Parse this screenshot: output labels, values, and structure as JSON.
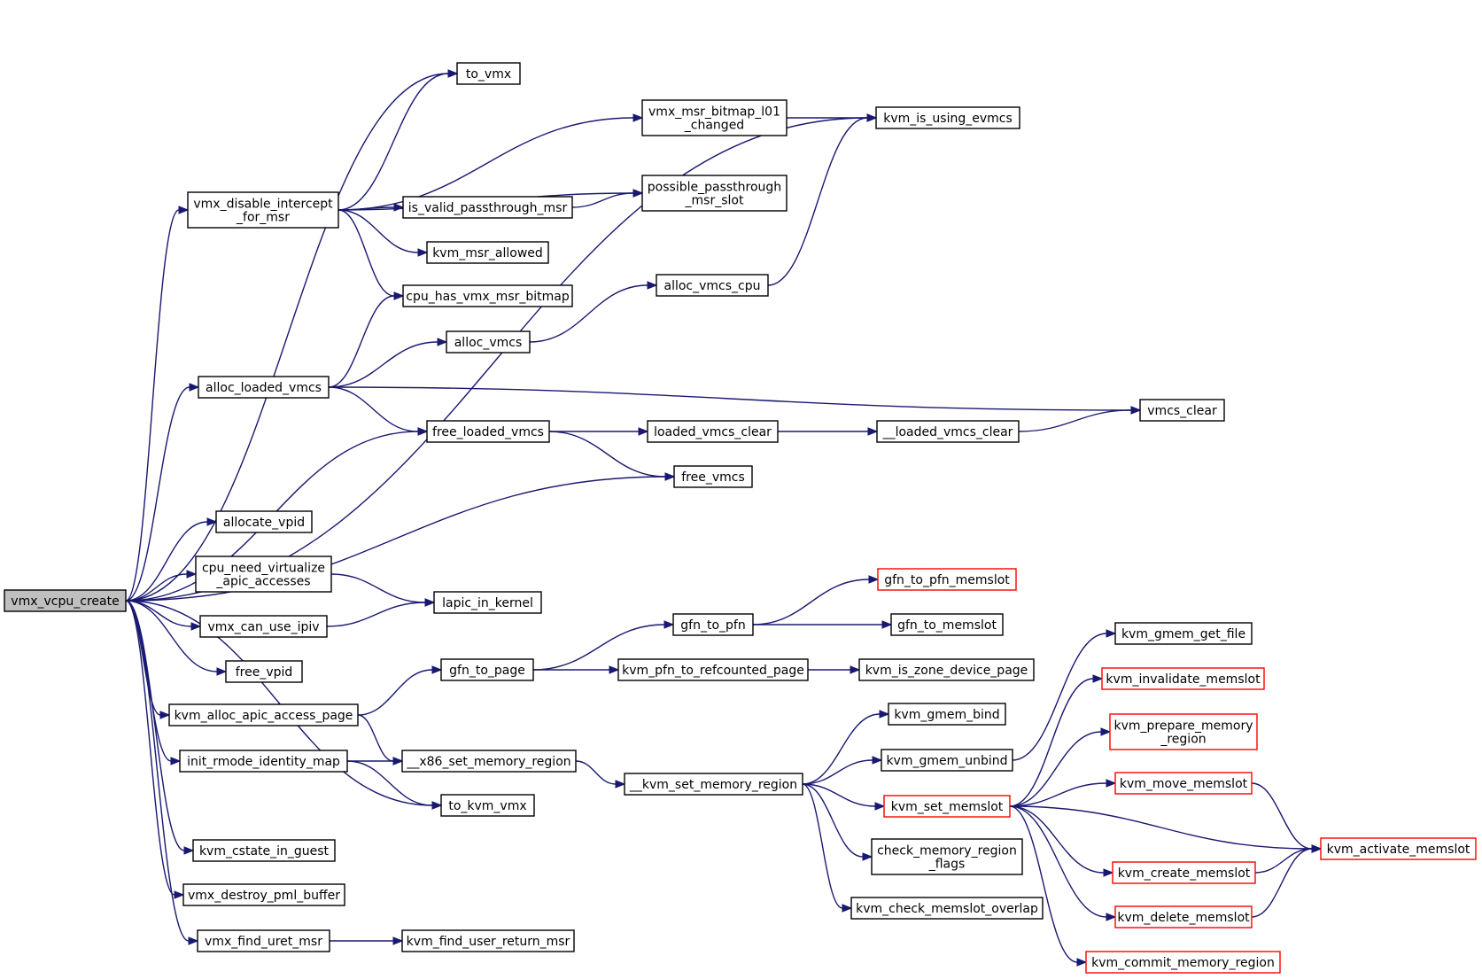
{
  "colors": {
    "edge": "#191970",
    "node_border": "#000000",
    "truncated_border": "#ff0000",
    "root_fill": "#bfbfbf"
  },
  "nodes": [
    {
      "id": "vmx_vcpu_create",
      "lines": [
        "vmx_vcpu_create"
      ],
      "root": true
    },
    {
      "id": "to_vmx",
      "lines": [
        "to_vmx"
      ]
    },
    {
      "id": "kvm_is_using_evmcs",
      "lines": [
        "kvm_is_using_evmcs"
      ]
    },
    {
      "id": "vmx_msr_bitmap_l01_changed",
      "lines": [
        "vmx_msr_bitmap_l01",
        "_changed"
      ]
    },
    {
      "id": "vmx_disable_intercept_for_msr",
      "lines": [
        "vmx_disable_intercept",
        "_for_msr"
      ]
    },
    {
      "id": "possible_passthrough_msr_slot",
      "lines": [
        "possible_passthrough",
        "_msr_slot"
      ]
    },
    {
      "id": "is_valid_passthrough_msr",
      "lines": [
        "is_valid_passthrough_msr"
      ]
    },
    {
      "id": "kvm_msr_allowed",
      "lines": [
        "kvm_msr_allowed"
      ]
    },
    {
      "id": "cpu_has_vmx_msr_bitmap",
      "lines": [
        "cpu_has_vmx_msr_bitmap"
      ]
    },
    {
      "id": "alloc_vmcs_cpu",
      "lines": [
        "alloc_vmcs_cpu"
      ]
    },
    {
      "id": "alloc_vmcs",
      "lines": [
        "alloc_vmcs"
      ]
    },
    {
      "id": "alloc_loaded_vmcs",
      "lines": [
        "alloc_loaded_vmcs"
      ]
    },
    {
      "id": "vmcs_clear",
      "lines": [
        "vmcs_clear"
      ]
    },
    {
      "id": "free_loaded_vmcs",
      "lines": [
        "free_loaded_vmcs"
      ]
    },
    {
      "id": "loaded_vmcs_clear",
      "lines": [
        "loaded_vmcs_clear"
      ]
    },
    {
      "id": "__loaded_vmcs_clear",
      "lines": [
        "__loaded_vmcs_clear"
      ]
    },
    {
      "id": "free_vmcs",
      "lines": [
        "free_vmcs"
      ]
    },
    {
      "id": "allocate_vpid",
      "lines": [
        "allocate_vpid"
      ]
    },
    {
      "id": "cpu_need_virtualize_apic_accesses",
      "lines": [
        "cpu_need_virtualize",
        "_apic_accesses"
      ]
    },
    {
      "id": "lapic_in_kernel",
      "lines": [
        "lapic_in_kernel"
      ]
    },
    {
      "id": "vmx_can_use_ipiv",
      "lines": [
        "vmx_can_use_ipiv"
      ]
    },
    {
      "id": "gfn_to_pfn_memslot",
      "lines": [
        "gfn_to_pfn_memslot"
      ],
      "truncated": true
    },
    {
      "id": "gfn_to_pfn",
      "lines": [
        "gfn_to_pfn"
      ]
    },
    {
      "id": "gfn_to_memslot",
      "lines": [
        "gfn_to_memslot"
      ]
    },
    {
      "id": "free_vpid",
      "lines": [
        "free_vpid"
      ]
    },
    {
      "id": "gfn_to_page",
      "lines": [
        "gfn_to_page"
      ]
    },
    {
      "id": "kvm_pfn_to_refcounted_page",
      "lines": [
        "kvm_pfn_to_refcounted_page"
      ]
    },
    {
      "id": "kvm_is_zone_device_page",
      "lines": [
        "kvm_is_zone_device_page"
      ]
    },
    {
      "id": "kvm_gmem_get_file",
      "lines": [
        "kvm_gmem_get_file"
      ]
    },
    {
      "id": "kvm_alloc_apic_access_page",
      "lines": [
        "kvm_alloc_apic_access_page"
      ]
    },
    {
      "id": "kvm_invalidate_memslot",
      "lines": [
        "kvm_invalidate_memslot"
      ],
      "truncated": true
    },
    {
      "id": "kvm_gmem_bind",
      "lines": [
        "kvm_gmem_bind"
      ]
    },
    {
      "id": "kvm_prepare_memory_region",
      "lines": [
        "kvm_prepare_memory",
        "_region"
      ],
      "truncated": true
    },
    {
      "id": "init_rmode_identity_map",
      "lines": [
        "init_rmode_identity_map"
      ]
    },
    {
      "id": "__x86_set_memory_region",
      "lines": [
        "__x86_set_memory_region"
      ]
    },
    {
      "id": "kvm_gmem_unbind",
      "lines": [
        "kvm_gmem_unbind"
      ]
    },
    {
      "id": "__kvm_set_memory_region",
      "lines": [
        "__kvm_set_memory_region"
      ]
    },
    {
      "id": "kvm_move_memslot",
      "lines": [
        "kvm_move_memslot"
      ],
      "truncated": true
    },
    {
      "id": "kvm_set_memslot",
      "lines": [
        "kvm_set_memslot"
      ],
      "truncated": true
    },
    {
      "id": "to_kvm_vmx",
      "lines": [
        "to_kvm_vmx"
      ]
    },
    {
      "id": "kvm_activate_memslot",
      "lines": [
        "kvm_activate_memslot"
      ],
      "truncated": true
    },
    {
      "id": "kvm_cstate_in_guest",
      "lines": [
        "kvm_cstate_in_guest"
      ]
    },
    {
      "id": "check_memory_region_flags",
      "lines": [
        "check_memory_region",
        "_flags"
      ]
    },
    {
      "id": "kvm_create_memslot",
      "lines": [
        "kvm_create_memslot"
      ],
      "truncated": true
    },
    {
      "id": "vmx_destroy_pml_buffer",
      "lines": [
        "vmx_destroy_pml_buffer"
      ]
    },
    {
      "id": "kvm_check_memslot_overlap",
      "lines": [
        "kvm_check_memslot_overlap"
      ]
    },
    {
      "id": "kvm_delete_memslot",
      "lines": [
        "kvm_delete_memslot"
      ],
      "truncated": true
    },
    {
      "id": "vmx_find_uret_msr",
      "lines": [
        "vmx_find_uret_msr"
      ]
    },
    {
      "id": "kvm_find_user_return_msr",
      "lines": [
        "kvm_find_user_return_msr"
      ]
    },
    {
      "id": "kvm_commit_memory_region",
      "lines": [
        "kvm_commit_memory_region"
      ],
      "truncated": true
    }
  ],
  "edges": [
    [
      "vmx_vcpu_create",
      "kvm_is_using_evmcs"
    ],
    [
      "vmx_vcpu_create",
      "to_vmx"
    ],
    [
      "vmx_vcpu_create",
      "vmx_disable_intercept_for_msr"
    ],
    [
      "vmx_vcpu_create",
      "alloc_loaded_vmcs"
    ],
    [
      "vmx_vcpu_create",
      "free_loaded_vmcs"
    ],
    [
      "vmx_vcpu_create",
      "free_vmcs"
    ],
    [
      "vmx_vcpu_create",
      "allocate_vpid"
    ],
    [
      "vmx_vcpu_create",
      "cpu_need_virtualize_apic_accesses"
    ],
    [
      "vmx_vcpu_create",
      "vmx_can_use_ipiv"
    ],
    [
      "vmx_vcpu_create",
      "free_vpid"
    ],
    [
      "vmx_vcpu_create",
      "kvm_alloc_apic_access_page"
    ],
    [
      "vmx_vcpu_create",
      "init_rmode_identity_map"
    ],
    [
      "vmx_vcpu_create",
      "to_kvm_vmx"
    ],
    [
      "vmx_vcpu_create",
      "kvm_cstate_in_guest"
    ],
    [
      "vmx_vcpu_create",
      "vmx_destroy_pml_buffer"
    ],
    [
      "vmx_vcpu_create",
      "vmx_find_uret_msr"
    ],
    [
      "vmx_disable_intercept_for_msr",
      "to_vmx"
    ],
    [
      "vmx_disable_intercept_for_msr",
      "vmx_msr_bitmap_l01_changed"
    ],
    [
      "vmx_disable_intercept_for_msr",
      "possible_passthrough_msr_slot"
    ],
    [
      "vmx_disable_intercept_for_msr",
      "is_valid_passthrough_msr"
    ],
    [
      "vmx_disable_intercept_for_msr",
      "kvm_msr_allowed"
    ],
    [
      "vmx_disable_intercept_for_msr",
      "cpu_has_vmx_msr_bitmap"
    ],
    [
      "vmx_msr_bitmap_l01_changed",
      "kvm_is_using_evmcs"
    ],
    [
      "is_valid_passthrough_msr",
      "possible_passthrough_msr_slot"
    ],
    [
      "alloc_vmcs_cpu",
      "kvm_is_using_evmcs"
    ],
    [
      "alloc_loaded_vmcs",
      "cpu_has_vmx_msr_bitmap"
    ],
    [
      "alloc_loaded_vmcs",
      "alloc_vmcs"
    ],
    [
      "alloc_loaded_vmcs",
      "vmcs_clear"
    ],
    [
      "alloc_loaded_vmcs",
      "free_loaded_vmcs"
    ],
    [
      "alloc_vmcs",
      "alloc_vmcs_cpu"
    ],
    [
      "free_loaded_vmcs",
      "loaded_vmcs_clear"
    ],
    [
      "free_loaded_vmcs",
      "free_vmcs"
    ],
    [
      "loaded_vmcs_clear",
      "__loaded_vmcs_clear"
    ],
    [
      "__loaded_vmcs_clear",
      "vmcs_clear"
    ],
    [
      "cpu_need_virtualize_apic_accesses",
      "lapic_in_kernel"
    ],
    [
      "vmx_can_use_ipiv",
      "lapic_in_kernel"
    ],
    [
      "kvm_alloc_apic_access_page",
      "gfn_to_page"
    ],
    [
      "kvm_alloc_apic_access_page",
      "__x86_set_memory_region"
    ],
    [
      "gfn_to_page",
      "gfn_to_pfn"
    ],
    [
      "gfn_to_page",
      "kvm_pfn_to_refcounted_page"
    ],
    [
      "gfn_to_pfn",
      "gfn_to_pfn_memslot"
    ],
    [
      "gfn_to_pfn",
      "gfn_to_memslot"
    ],
    [
      "kvm_pfn_to_refcounted_page",
      "kvm_is_zone_device_page"
    ],
    [
      "init_rmode_identity_map",
      "__x86_set_memory_region"
    ],
    [
      "init_rmode_identity_map",
      "to_kvm_vmx"
    ],
    [
      "__x86_set_memory_region",
      "__kvm_set_memory_region"
    ],
    [
      "__kvm_set_memory_region",
      "kvm_gmem_bind"
    ],
    [
      "__kvm_set_memory_region",
      "kvm_gmem_unbind"
    ],
    [
      "__kvm_set_memory_region",
      "kvm_set_memslot"
    ],
    [
      "__kvm_set_memory_region",
      "check_memory_region_flags"
    ],
    [
      "__kvm_set_memory_region",
      "kvm_check_memslot_overlap"
    ],
    [
      "kvm_gmem_unbind",
      "kvm_gmem_get_file"
    ],
    [
      "kvm_set_memslot",
      "kvm_invalidate_memslot"
    ],
    [
      "kvm_set_memslot",
      "kvm_prepare_memory_region"
    ],
    [
      "kvm_set_memslot",
      "kvm_move_memslot"
    ],
    [
      "kvm_set_memslot",
      "kvm_activate_memslot"
    ],
    [
      "kvm_set_memslot",
      "kvm_create_memslot"
    ],
    [
      "kvm_set_memslot",
      "kvm_delete_memslot"
    ],
    [
      "kvm_set_memslot",
      "kvm_commit_memory_region"
    ],
    [
      "kvm_move_memslot",
      "kvm_activate_memslot"
    ],
    [
      "kvm_create_memslot",
      "kvm_activate_memslot"
    ],
    [
      "kvm_delete_memslot",
      "kvm_activate_memslot"
    ],
    [
      "vmx_find_uret_msr",
      "kvm_find_user_return_msr"
    ]
  ]
}
